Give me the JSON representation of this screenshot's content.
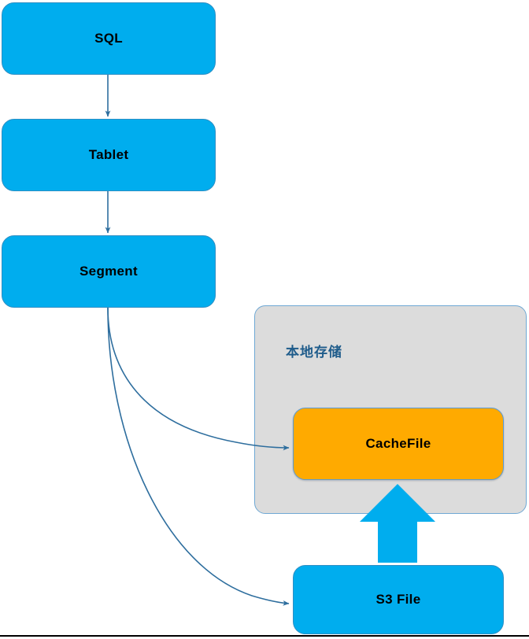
{
  "diagram": {
    "type": "flowchart",
    "title": "",
    "colors": {
      "node_blue": "#00ADEE",
      "node_orange": "#FFAA00",
      "container_gray": "#DCDCDC",
      "connector_blue": "#2E6E9E",
      "label_blue": "#1F5C8B",
      "node_text": "#000000"
    },
    "nodes": [
      {
        "id": "sql",
        "label": "SQL",
        "shape": "rounded-rect",
        "fill": "#00ADEE"
      },
      {
        "id": "tablet",
        "label": "Tablet",
        "shape": "rounded-rect",
        "fill": "#00ADEE"
      },
      {
        "id": "segment",
        "label": "Segment",
        "shape": "rounded-rect",
        "fill": "#00ADEE"
      },
      {
        "id": "cachefile",
        "label": "CacheFile",
        "shape": "rounded-rect",
        "fill": "#FFAA00"
      },
      {
        "id": "s3file",
        "label": "S3 File",
        "shape": "rounded-rect",
        "fill": "#00ADEE"
      }
    ],
    "containers": [
      {
        "id": "local-storage",
        "label": "本地存储",
        "fill": "#DCDCDC"
      }
    ],
    "edges": [
      {
        "from": "sql",
        "to": "tablet",
        "style": "straight-arrow",
        "label": ""
      },
      {
        "from": "tablet",
        "to": "segment",
        "style": "straight-arrow",
        "label": ""
      },
      {
        "from": "segment",
        "to": "cachefile",
        "style": "curved-arrow",
        "label": ""
      },
      {
        "from": "segment",
        "to": "s3file",
        "style": "curved-arrow",
        "label": ""
      },
      {
        "from": "s3file",
        "to": "cachefile",
        "style": "block-arrow-up",
        "label": ""
      }
    ]
  }
}
